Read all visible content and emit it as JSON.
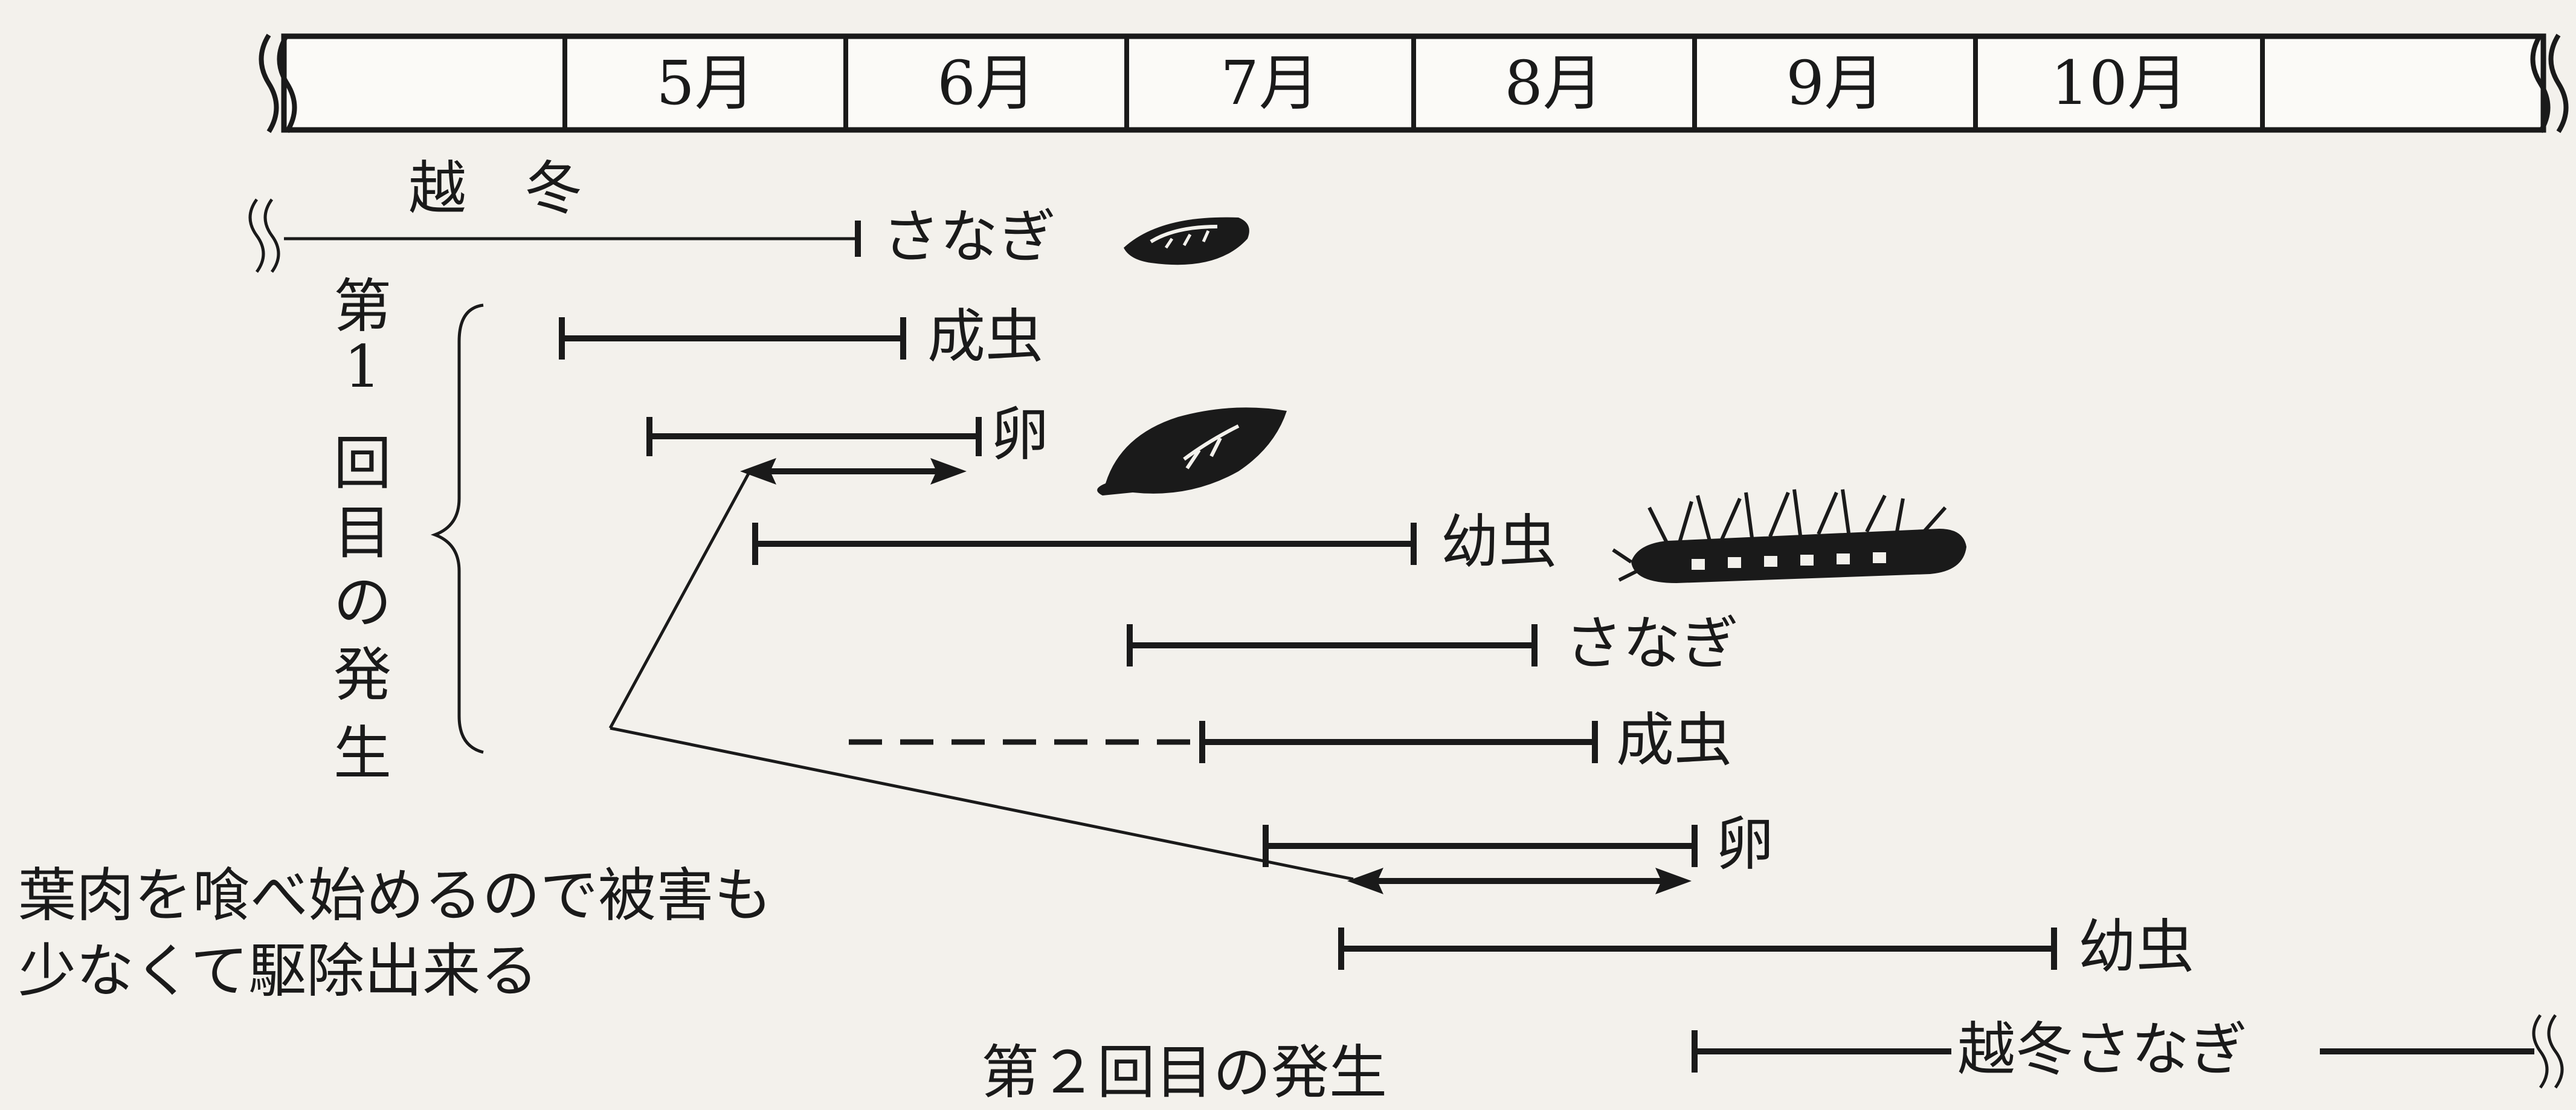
{
  "months": [
    "5月",
    "6月",
    "7月",
    "8月",
    "9月",
    "10月"
  ],
  "overwinter_label": "越　冬",
  "first_generation_label": [
    "第",
    "1",
    "回",
    "目",
    "の",
    "発",
    "生"
  ],
  "second_generation_label": "第２回目の発生",
  "stages": {
    "pupa": "さなぎ",
    "adult": "成虫",
    "egg": "卵",
    "larva": "幼虫",
    "overwinter_pupa": "越冬さなぎ"
  },
  "annotation": [
    "葉肉を喰べ始めるので被害も",
    "少なくて駆除出来る"
  ],
  "icons": [
    "pupa-leaf-icon",
    "egg-leaf-icon",
    "caterpillar-icon"
  ]
}
